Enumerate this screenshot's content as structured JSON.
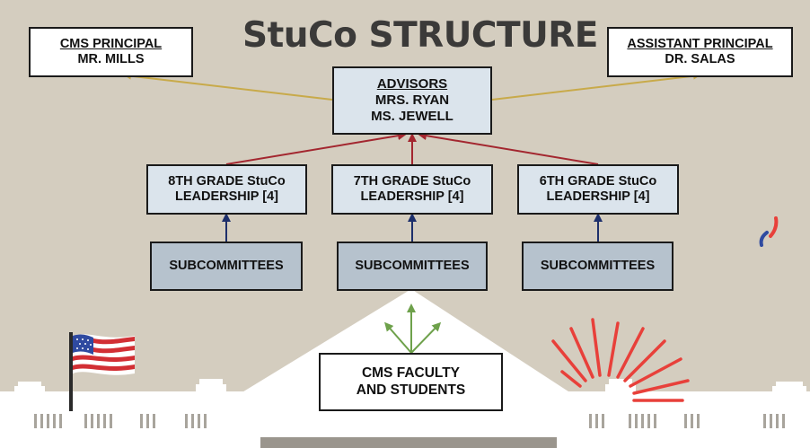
{
  "title": "StuCo STRUCTURE",
  "principal": {
    "title": "CMS PRINCIPAL",
    "name": "MR. MILLS"
  },
  "assistant_principal": {
    "title": "ASSISTANT PRINCIPAL",
    "name": "DR. SALAS"
  },
  "advisors": {
    "title": "ADVISORS",
    "names": [
      "MRS. RYAN",
      "MS. JEWELL"
    ]
  },
  "grades": [
    {
      "line1": "8TH GRADE StuCo",
      "line2": "LEADERSHIP [4]",
      "subcommittee": "SUBCOMMITTEES"
    },
    {
      "line1": "7TH GRADE StuCo",
      "line2": "LEADERSHIP [4]",
      "subcommittee": "SUBCOMMITTEES"
    },
    {
      "line1": "6TH GRADE StuCo",
      "line2": "LEADERSHIP [4]",
      "subcommittee": "SUBCOMMITTEES"
    }
  ],
  "base": {
    "line1": "CMS FACULTY",
    "line2": "AND STUDENTS"
  },
  "colors": {
    "background": "#d4cdbf",
    "gold_arrow": "#c8aa4a",
    "red_arrow": "#a3262f",
    "navy_arrow": "#1d2f6b",
    "green_arrow": "#6ea14b",
    "firework": "#e8403a",
    "flag_blue": "#2f4aa0",
    "flag_red": "#d22f34"
  }
}
